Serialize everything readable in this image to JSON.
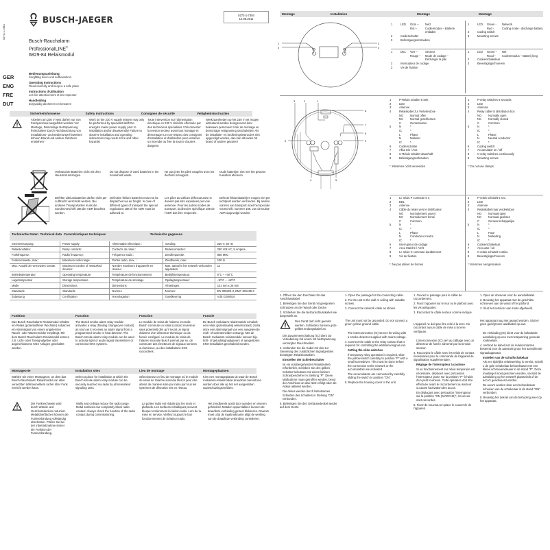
{
  "doc": {
    "side_code": "0273-1-7384",
    "brand": "BUSCH-JAEGER",
    "doc_number": "0273-1-7384",
    "doc_date": "12.05.2011",
    "product_lines": [
      "Busch-Rauchalarm",
      "ProfessionalLINE",
      "6829-84 Relaismodul"
    ],
    "product_reg": "®"
  },
  "languages": [
    {
      "code": "GER",
      "title": "Bedienungsanleitung",
      "sub": "Sorgfältig lesen und aufbewahren"
    },
    {
      "code": "ENG",
      "title": "Operating Instructions",
      "sub": "Read carefully and keep in a safe place"
    },
    {
      "code": "FRE",
      "title": "Instructions d'utilisation",
      "sub": "Les lire attentivement et les respecter"
    },
    {
      "code": "DUT",
      "title": "Handleiding",
      "sub": "Zorgvuldig doorlezen en bewaren"
    }
  ],
  "safety": {
    "headers": [
      "Sicherheitshinweise",
      "Safety instructions",
      "Consignes de sécurité",
      "Veiligheidsinstructies"
    ],
    "texts": [
      "Arbeiten am 230 V Netz dürfen nur von Fachpersonal ausgeführt werden! Vor Montage, Demontage Netzspannung freischalten! Durch Nichtbeachtung von Installations- und Bedienungs-hinweisen können Brand und andere Gefahren entstehen!",
      "Work on the 230 V supply system may only be performed by specialist staff! De-energize mains power supply prior to installation and/or disassembly! Failure to observe installation and operating instructions may result in fire and other hazards!",
      "Toute intervention sur l'alimentation électrique en 230 V doit être effectuée par des techniciens spécialisés ! Déconnecter la tension secteur avant tout montage et démontage! Le non-respect des consignes d'installation et d'utilisation peut entraîner un incendie ou être la source d'autres dangers !",
      "Werkzaamheden op het 230 V net mogen uitsluitend worden doorgevoerd door bekwaam personeel! Vóór de montage en demontage netspanning uitschakelen! Als de installatie- en bedieningsinstructies niet opgevolgd worden, dan kan dit leiden tot brand of andere gevaren!"
    ],
    "battery_texts": [
      "Verbrauchte Batterien nicht mit dem Hausmüll entsorgen.",
      "Do not dispose of used batteries in the household waste.",
      "Ne pas jeter les piles usagées avec les déchets ménagers.",
      "Oude batterijen niet met het gewone huisafval afvoeren."
    ],
    "lithium_texts": [
      "Defekte Lithiumbatterien dürfen nicht per Luftfracht verschickt werden. Bei anderen Transportarten muss die Sondervorschrift 188 der ADR beachtet werden.",
      "Defective lithium batteries must not be dispatched via air freight. In case of different types of transport the special regulations 188 of the ADR must be adhered to.",
      "Les piles au Lithium défectueuses ne doivent pas être expédiées par voie aérienne. Pour les autres modes de transport, la directive spécifique 188 de l'ADR doit être respectée.",
      "Defecte lithiumbatterijen mogen niet per luchtpost worden verzonden. Bij andere vormen van transport moet het speciale voorschrift, nummer 188, van de Duitse ADR opgevolgd worden."
    ]
  },
  "tech": {
    "headers": [
      "Technische Daten",
      "Technical data",
      "Caractéristiques techniques",
      "Technische gegevens"
    ],
    "rows": [
      [
        "Stromversorgung:",
        "Power supply:",
        "Alimentation électrique :",
        "Voeding:",
        "230 V, 50 Hz"
      ],
      [
        "Relaiskontakte:",
        "Relay contacts:",
        "Contacts du relais :",
        "Relaiscontacten:",
        "250 Volt AC, 5 Ampere"
      ],
      [
        "Funkfrequenz:",
        "Radio frequency:",
        "Fréquence radio :",
        "Zendfrequentie:",
        "868 MHz"
      ],
      [
        "Funkreichweite, max.:",
        "Maximum radio range:",
        "Portée radio, max. :",
        "Zendbereik, max.:",
        "100 m"
      ],
      [
        "Max. Anzahl der vernetzten Geräte:",
        "Maximum number of networked devices:",
        "Nombre maximum d'appareils en réseau :",
        "Max. aantal in het netwerk verbonden apparaten:",
        "12"
      ],
      [
        "Betriebstemperatur",
        "Operating temperature",
        "Température de fonctionnement",
        "Bedrijfstemperatuur:",
        "0°C – +40°C"
      ],
      [
        "Lagertemperatur",
        "Storage temperature",
        "Température de stockage",
        "Opslagtemperatuur:",
        "-10°C – +60°C"
      ],
      [
        "Maße",
        "Dimensions",
        "Dimensions",
        "Afmetingen:",
        "141 mm x 26 mm"
      ],
      [
        "Standards",
        "Standards",
        "Normes",
        "Normen:",
        "EN 300220-3, EMC 301489-3"
      ],
      [
        "Zulassung",
        "Certification",
        "Homologation",
        "Goedkeuring",
        "VdS G208016"
      ]
    ]
  },
  "function": {
    "headers": [
      "Funktion",
      "Function",
      "Fonction",
      "Functie"
    ],
    "texts": [
      "Das Busch-Rauchalarm Relaismodul schaltet ein Relais (potentialfreier Wechsler) sobald es ein Alarmsignal von einem angelernten Rauch- oder Wärmemelder empfängt. Mit dem Busch-Rauchalarm Relaismodul können z.B. Licht- oder Tonsignalgeber oder angeschlossene KNX Anlagen geschaltet werden.",
      "The Busch smoke alarm relay module activates a relay (floating changeover contact) as soon as it receives an alarm signal from a programmed smoke or heat detector. The Busch smoke alarm relay module can be used to activate light or audio signal transmitters or connected KNS systems.",
      "Le module de relais de l'alarme incendie Busch commute un relais (contact inverseur sans potentiel) dès qu'il reçoit un signal d'alarme d'un détecteur thermique ou de fumée configuré. Le module de relais de l'alarme incendie Busch permet par ex. de commuter des émetteurs de signaux sonores ou lumineux, ou des installations KNX raccordées.",
      "De Busch rookalarm-relaismodule schakelt een relais (potentiaalvrij wisselcontact) zodra deze een alarmsignaal van een aangeleerde rook- of warmtemelder ontvangt. Met de Busch rookalarm-relaismodule kunnen bijv. licht- of geluidssignaalgevers of aangesloten KNX-installaties geschakeld worden."
    ]
  },
  "sites": {
    "headers": [
      "Montageorte",
      "Installation sites",
      "Lieu de montage",
      "Montageplaatsen"
    ],
    "texts": [
      "Wählen Sie einen Montageort, an dem das Busch-Rauchalarm Relaismodul von allen vernetzten Wärmemeldern sicher über Funk erreicht werden kann.",
      "Select a place for installation at which the Busch smoke alarm relay module can be securely reached via radio by all networked signaling units.",
      "Sélectionnez un lieu de montage où le module de relais de l'alarme incendie Busch peut être atteint de manière sûre par radio par tous les systèmes de détection mis en réseau.",
      "Kies een montageplaats uit waar de Busch rookalarm-relaismodule draadloos bereikt kan worden door alle op het net aangesloten waarschuwingsmelders."
    ],
    "radio_texts": [
      "Die Funkreichweite wird durch Wände und Geschossdecken reduziert. Metalloberflächen können die Funkverbindung vollständig abschotten. Prüfen Sie bei der Inbetriebnahme immer die Funktion der Funkverbindung.",
      "Walls and ceilings reduce the radio range. Metal surfaces can completely block radio contact. Always check the function of the radio contact during commissioning.",
      "La portée radio est réduite par les murs et plafonds. Les surfaces métalliques peuvent bloquer entièrement la liaison radio. Lors de la mise en service, vérifiez toujours le bon fonctionnement de la liaison radio.",
      "Het zendbereik wordt door wanden en vloeren gehinderd. Metalen oppervlakken kunnen de draadloze verbinding geheel blokkeren. Daarom moet u bij de ingebruikname altijd de werking van de draadloze verbinding controleren."
    ]
  },
  "montage": {
    "headers": [
      "Montage",
      "Installation",
      "Montage",
      "Montage"
    ],
    "fig1_labels": [
      "1",
      "2",
      "3",
      "3"
    ],
    "legend_ger": [
      {
        "n": "1",
        "a": "LED",
        "b": "Grün –\nRot –",
        "c": "Netz\nCodiermodus – Batterie entladen"
      },
      {
        "n": "2",
        "a": "Codierschalter"
      },
      {
        "n": "3",
        "a": "Befestigungsschrauben"
      }
    ],
    "legend_eng": [
      {
        "n": "1",
        "a": "LED",
        "b": "Green -\nRed -",
        "c": "Network\nCoding mode - discharge battery"
      },
      {
        "n": "2",
        "a": "Coding switch"
      },
      {
        "n": "3",
        "a": "Mounting screws"
      }
    ],
    "legend_fre": [
      {
        "n": "1",
        "a": "DEL",
        "b": "Vert –\nRouge –",
        "c": "Secteur\nMode de codage – Décharger la pile"
      },
      {
        "n": "2",
        "a": "Interrupteur de codage"
      },
      {
        "n": "3",
        "a": "Vis de fixation"
      }
    ],
    "legend_dut": [
      {
        "n": "1",
        "a": "LED",
        "b": "Groen –\nRood –",
        "c": "Net\nCodeermodus – Batterij leeg"
      },
      {
        "n": "2",
        "a": "Codeerschakelaar"
      },
      {
        "n": "3",
        "a": "Bevestigingschroeven"
      }
    ],
    "fig2_labels": [
      "1",
      "2",
      "3",
      "4",
      "5",
      "6",
      "7",
      "8",
      "9",
      "9"
    ]
  },
  "terminals": {
    "ger": {
      "items": [
        [
          "1",
          "P-Relais schaltet 5 Sek."
        ],
        [
          "2",
          "LED"
        ],
        [
          "3",
          "Antenne"
        ],
        [
          "4",
          "Relaiskabel zur Verteilerdose"
        ]
      ],
      "sub4": [
        [
          "NO",
          "Normal offen"
        ],
        [
          "NC",
          "Normal geschlossen"
        ],
        [
          "C",
          "Gemeinsame"
        ]
      ],
      "n5": "5",
      "sub5": [
        [
          "N",
          "*"
        ],
        [
          "IC",
          "*"
        ],
        [
          "L",
          "Phase"
        ],
        [
          "N",
          "Nulleiter"
        ],
        [
          "IC",
          "*"
        ]
      ],
      "items2": [
        [
          "6",
          "Codierschalter"
        ],
        [
          "7",
          "Akku Ein / Aus"
        ],
        [
          "8",
          "C-Relais schaltet dauerhaft"
        ],
        [
          "9",
          "Befestigungsschrauben"
        ]
      ],
      "note": "*:  Klemmen nicht verwenden"
    },
    "eng": {
      "items": [
        [
          "1",
          "P-relay switches 5 seconds"
        ],
        [
          "2",
          "LED"
        ],
        [
          "3",
          "Antenna"
        ],
        [
          "4",
          "Relay cable to distribution box"
        ]
      ],
      "sub4": [
        [
          "NO",
          "Normally open"
        ],
        [
          "NC",
          "Normally closed"
        ],
        [
          "C",
          "Common"
        ]
      ],
      "n5": "5",
      "sub5": [
        [
          "N",
          "*"
        ],
        [
          "IC",
          "*"
        ],
        [
          "L",
          "Phase"
        ],
        [
          "N",
          "Neutral conductor"
        ],
        [
          "IC",
          "*"
        ]
      ],
      "items2": [
        [
          "6",
          "Coding switch"
        ],
        [
          "7",
          "Accumulator on / off"
        ],
        [
          "8",
          "C-relay switches continuously"
        ],
        [
          "9",
          "Mounting screws"
        ]
      ],
      "note": "*:  Do not use clamps."
    },
    "fre": {
      "items": [
        [
          "1",
          "Le relais P commute 5 s."
        ],
        [
          "2",
          "DEL"
        ],
        [
          "3",
          "Antenne"
        ],
        [
          "4",
          "Câble du relais vers le distributeur"
        ]
      ],
      "sub4": [
        [
          "NO",
          "Normalement ouvert"
        ],
        [
          "NC",
          "Normalement fermé"
        ],
        [
          "C",
          "Commun"
        ]
      ],
      "n5": "5",
      "sub5": [
        [
          "N",
          "*"
        ],
        [
          "IC",
          "*"
        ],
        [
          "L",
          "Phase"
        ],
        [
          "N",
          "Conducteur neutre"
        ],
        [
          "IC",
          "*"
        ]
      ],
      "items2": [
        [
          "6",
          "Interrupteur de codage"
        ],
        [
          "7",
          "Accu Marche / Arrêt"
        ],
        [
          "8",
          "Le relais C commute durablement"
        ],
        [
          "9",
          "Vis de fixation"
        ]
      ],
      "note": "*:  Ne pas utiliser de bornes"
    },
    "dut": {
      "items": [
        [
          "1",
          "P-relais schakelt 5 sec."
        ],
        [
          "2",
          "LED"
        ],
        [
          "3",
          "Antenne"
        ],
        [
          "4",
          "Relaiskabel naar verdeeldoos"
        ]
      ],
      "sub4": [
        [
          "NO",
          "Normaal open"
        ],
        [
          "NC",
          "Normaal gesloten"
        ],
        [
          "C",
          "Gemeenschappelijke"
        ]
      ],
      "n5": "5",
      "sub5": [
        [
          "N",
          "*"
        ],
        [
          "IC",
          "*"
        ],
        [
          "L",
          "Fase"
        ],
        [
          "N",
          "Nulleiding"
        ],
        [
          "IC",
          "*"
        ]
      ],
      "items2": [
        [
          "6",
          "Codeerschakelaar"
        ],
        [
          "7",
          "Accu aan / uit"
        ],
        [
          "8",
          "C-relais schakelt continu"
        ],
        [
          "9",
          "Bevestigingschroeven"
        ]
      ],
      "note": "*:  Klemmen niet gebruiken"
    }
  },
  "steps": {
    "ger": {
      "a": [
        "1. Öffnen Sie den Durchlass für das Anschlusskabel.",
        "2. Befestigen Sie das Gerät mit geeigneten Schrauben an der Wand oder Decke.",
        "3. Schließen Sie die Netzanschlusskabel wie dargestellt an."
      ],
      "ground": "Das Gerät darf nicht geerdet werden. Schließen Sie kein grün-gelbes Erdungskabel an.",
      "ic": "Die Zusammenschaltung (IC) dient zur Verkabelung mit einem mit Netzspannung versorgten Rauchmelder.",
      "s4": "4. Verbinden Sie die Kabel mit den zur Steuerung des zusätzlichen Signalgerätes benötigten Relaiskontakten.",
      "slide_title": "Einstellen der Schiebeschalter",
      "slide": "Ist ein vorübergehender Relaisbetrieb erforderlich, schieben Sie den gelben Schalter behutsam mit einem kleinen Schraubendreher in Stellung \"P\". Diese Maßnahme muss getroffen werden, bevor der Anschluss an das Netz erfolgt oder die Akkus aktiviert werden.",
      "acc": "Die Akkus werden durch behutsames Schieben des Schalters in Stellung \"ON\" verbunden.",
      "s5": "5. Befestigen Sie den Gehäusedeckel wieder auf dem Gerät."
    },
    "eng": {
      "a": [
        "1- Open the passage for the connecting cable.",
        "2. Fix the unit to the wall or ceiling with suitable screws.",
        "3. Connect the network cable as shown."
      ],
      "ground": "The unit must not be grounded. Do not connect a green-yellow ground cable.",
      "ic": "The interconnection (IC) serves for wiring with a smoke detector supplied with mains voltage.",
      "s4": "4. Connect the cable to the relay contact that is required for controlling the additional signal unit.",
      "slide_title": "Setting the slide switches",
      "slide": "If temporary relay operation is required, slide the yellow switch carefully to position \"P\" with a small screwdriver. This must be done before the connection to the network or the accumulators are activated.",
      "acc": "The accumulators are connected by carefully sliding the switch to position \"ON\".",
      "s5": "5. Replace the housing cover to the unit."
    },
    "fre": {
      "a": [
        "1. Ouvrez le passage pour le câble de raccordement.",
        "2. Fixez l'appareil sur le mur ou le plafond avec les vis adéquates.",
        "3. Raccordez le câble secteur comme indiqué."
      ],
      "ground": "L'appareil ne doit pas être relié à la terre. Ne raccordez aucun câble de mise à la terre vert/jaune.",
      "ic": "L'interconnexion (IC) sert au câblage avec un détecteur de fumée alimenté par la tension secteur.",
      "s4": "4. Raccordez le câble avec les relais de contact nécessaires pour la commande de l'appareil de signalisation supplémentaire.",
      "slide_title": "Réglage de l'interrupteur à coulisse",
      "slide": "Si un fonctionnement sur relais temporaire est nécessaire, déplacez avec précaution l'interrupteur jaune sur la position \"P\" à l'aide d'un petit tournevis. Cette opération doit être effectuée avant le raccordement au secteur ou avant l'activation des accus.",
      "acc": "En déplaçant avec précaution l'interrupteur sur la position \"ON (MARCHE)\", les accus sont raccordés.",
      "s5": "5. Fixez de nouveau en place le couvercle de l'appareil."
    },
    "dut": {
      "a": [
        "1. Open de doorvoer voor de aansluitkabel.",
        "2. Bevestig het apparaat met de geschikte schroeven aan de wand of het plafond.",
        "3. Sluit het netsnoer aan zoals afgebeeld."
      ],
      "ground": "Het apparaat mag niet geaard worden. Sluit er geen geel/groene aardkabel op aan.",
      "ic": "De verbinding (IC) dient voor de bekabelde aansluiting op een met netspanning gevoede rookmelder.",
      "s4": "4. Verbind de kabel met de relaiscontacten bestemd voor de aansturing van het aanvullende signaalapparaat.",
      "slide_title": "Instellen van de schuifschakelaar",
      "slide": "Als een tijdelijke relaiswerking is vereist, schuift u de gele schakelaar behoedzaam met een kleine schroevendraaier in de stand \"P\". Deze maatregel moet genomen worden, voordat de aansluiting op het netwerk plaatsvindt of de accu's geactiveerd worden.",
      "acc": "De accu's worden door een behoedzaam schuiven van de schakelaar in de stand \"ON\" verbonden.",
      "s5": "5. Bevestig het deksel van de behuizing weer op het apparaat."
    }
  }
}
